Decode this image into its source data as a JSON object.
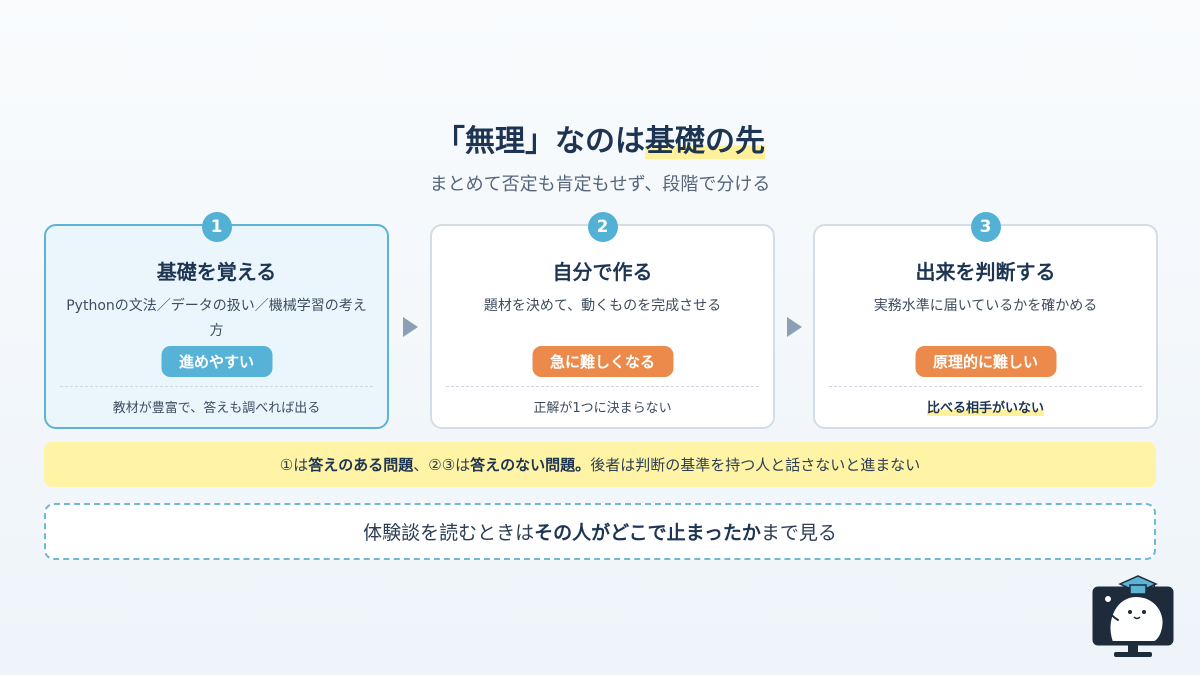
{
  "title": {
    "part1": "「無理」なのは",
    "highlight": "基礎の先"
  },
  "subtitle": "まとめて否定も肯定もせず、段階で分ける",
  "cards": [
    {
      "num": "1",
      "title": "基礎を覚える",
      "desc": "Pythonの文法／データの扱い／機械学習の考え方",
      "badge": "進めやすい",
      "note": "教材が豊富で、答えも調べれば出る"
    },
    {
      "num": "2",
      "title": "自分で作る",
      "desc": "題材を決めて、動くものを完成させる",
      "badge": "急に難しくなる",
      "note": "正解が1つに決まらない"
    },
    {
      "num": "3",
      "title": "出来を判断する",
      "desc": "実務水準に届いているかを確かめる",
      "badge": "原理的に難しい",
      "note": "比べる相手がいない"
    }
  ],
  "note_bar": {
    "p1": "①は",
    "b1": "答えのある問題",
    "p2": "、②③は",
    "b2": "答えのない問題。",
    "p3": "後者は判断の基準を持つ人と話さないと進まない"
  },
  "bottom": {
    "p1": "体験談を読むときは",
    "b1": "その人がどこで止まったか",
    "p2": "まで見る"
  },
  "colors": {
    "accent_blue": "#54b1d6",
    "accent_orange": "#eb8a4a",
    "highlight_yellow": "#fff3a6",
    "heading_navy": "#1d3553"
  },
  "icons": {
    "arrow": "triangle-right-icon",
    "mascot": "mascot-graduate-monitor-icon"
  }
}
